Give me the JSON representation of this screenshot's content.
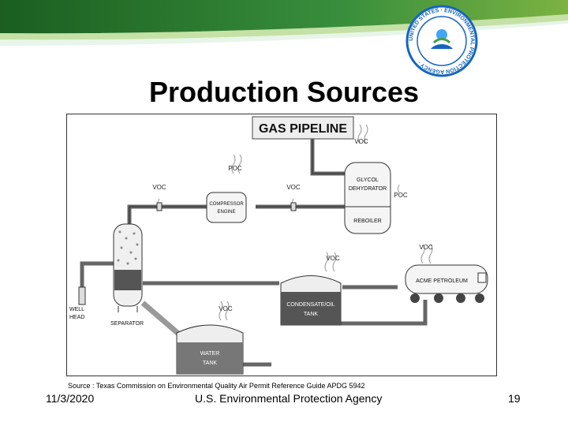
{
  "slide": {
    "title": "Production Sources",
    "source": "Source : Texas Commission on Environmental Quality Air Permit Reference Guide APDG 5942",
    "footer": {
      "date": "11/3/2020",
      "agency": "U.S. Environmental Protection Agency",
      "page": "19"
    }
  },
  "diagram": {
    "pipeline_label": "GAS PIPELINE",
    "voc": "VOC",
    "poc": "POC",
    "compressor": [
      "COMPRESSOR",
      "ENGINE"
    ],
    "glycol": [
      "GLYCOL",
      "DEHYDRATOR"
    ],
    "reboiler": "REBOILER",
    "well": [
      "WELL",
      "HEAD"
    ],
    "separator": "SEPARATOR",
    "condensate": [
      "CONDENSATE/OIL",
      "TANK"
    ],
    "water": [
      "WATER",
      "TANK"
    ],
    "truck": "ACME PETROLEUM"
  },
  "colors": {
    "banner_green": "#2e7d32",
    "banner_light": "#9ccc65",
    "tank_fill": "#555555"
  }
}
